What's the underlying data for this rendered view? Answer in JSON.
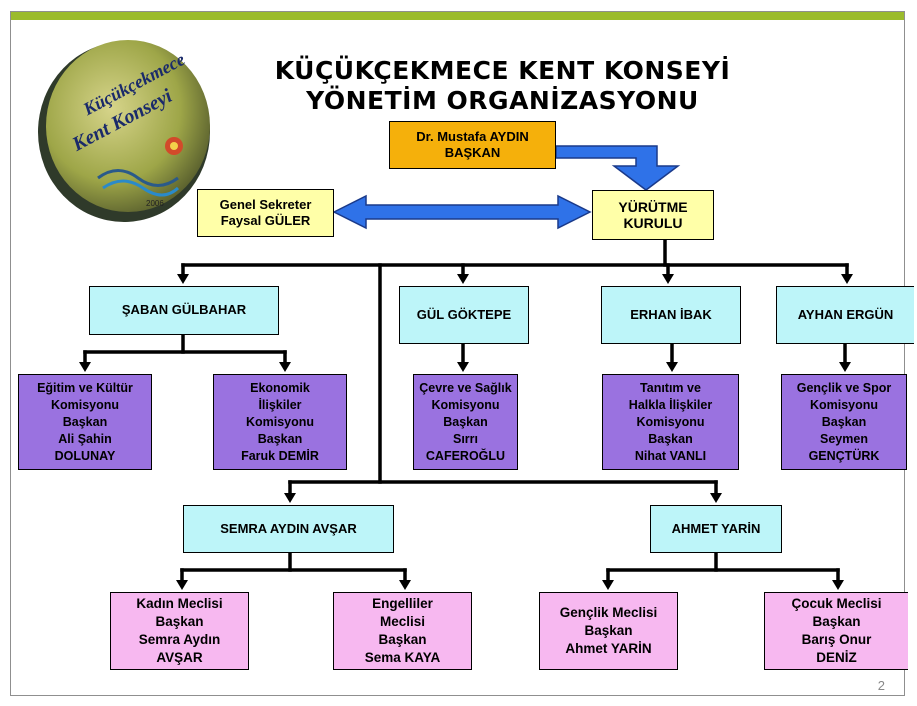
{
  "title": {
    "line1": "KÜÇÜKÇEKMECE  KENT KONSEYİ",
    "line2": "YÖNETİM ORGANİZASYONU"
  },
  "logo": {
    "text1": "Küçükçekmece",
    "text2": "Kent Konseyi",
    "year": "2006"
  },
  "president": "Dr. Mustafa AYDIN\nBAŞKAN",
  "secretary": "Genel Sekreter\nFaysal GÜLER",
  "executive": "YÜRÜTME\nKURULU",
  "coordinators": [
    "ŞABAN GÜLBAHAR",
    "GÜL GÖKTEPE",
    "ERHAN İBAK",
    "AYHAN ERGÜN"
  ],
  "commissions": [
    "Eğitim ve Kültür\nKomisyonu\nBaşkan\nAli Şahin\nDOLUNAY",
    "Ekonomik\nİlişkiler\nKomisyonu\nBaşkan\nFaruk DEMİR",
    "Çevre ve Sağlık\nKomisyonu\nBaşkan\nSırrı\nCAFEROĞLU",
    "Tanıtım ve\nHalkla İlişkiler\nKomisyonu\nBaşkan\nNihat VANLI",
    "Gençlik ve Spor\nKomisyonu\nBaşkan\nSeymen\nGENÇTÜRK"
  ],
  "lower_coordinators": [
    "SEMRA AYDIN AVŞAR",
    "AHMET YARİN"
  ],
  "councils": [
    "Kadın Meclisi\nBaşkan\nSemra Aydın\nAVŞAR",
    "Engelliler\nMeclisi\nBaşkan\nSema KAYA",
    "Gençlik Meclisi\nBaşkan\nAhmet YARİN",
    "Çocuk Meclisi\nBaşkan\nBarış Onur\nDENİZ"
  ],
  "page_number": "2",
  "colors": {
    "accent_bar": "#9bbb2c",
    "president_box": "#f5b00b",
    "secretary_box": "#ffffa8",
    "coordinator_box": "#bdf5f9",
    "commission_box": "#9a72e0",
    "council_box": "#f7b8f0",
    "arrow_fill": "#2f72e8"
  }
}
